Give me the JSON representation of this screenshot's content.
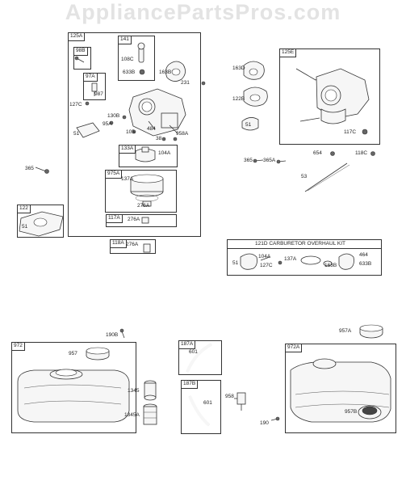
{
  "watermark": "AppliancePartsPros.com",
  "groups": {
    "g125A": "125A",
    "g141": "141",
    "g98B": "98B",
    "g97A": "97A",
    "g133A": "133A",
    "g975A": "975A",
    "g117A": "117A",
    "g118A": "118A",
    "g122": "122",
    "g125E": "125E",
    "g121D": "121D",
    "kit_title": "121D CARBURETOR OVERHAUL KIT",
    "g972": "972",
    "g187A": "187A",
    "g187B": "187B",
    "g972A": "972A"
  },
  "parts": {
    "p108C": "108C",
    "p633B_a": "633B",
    "p163B_a": "163B",
    "p231": "231",
    "p987": "987",
    "p127C_a": "127C",
    "p130B": "130B",
    "p95A": "95A",
    "p105": "105",
    "p484": "484",
    "p958A": "958A",
    "p38": "38",
    "p51_a": "51",
    "p104A_a": "104A",
    "p137A_a": "137A",
    "p276A_a": "276A",
    "p276A_b": "276A",
    "p276A_c": "276A",
    "p365_a": "365",
    "p51_b": "51",
    "p163D": "163D",
    "p122B": "122B",
    "p51_c": "51",
    "p117C": "117C",
    "p654": "654",
    "p118C": "118C",
    "p365_b": "365",
    "p365A": "365A",
    "p53": "53",
    "k51": "51",
    "k104A": "104A",
    "k127C": "127C",
    "k137A": "137A",
    "k163B": "163B",
    "k464": "464",
    "k633B": "633B",
    "p190B": "190B",
    "p957": "957",
    "p1345": "1345",
    "p1345A": "1345A",
    "p601_a": "601",
    "p601_b": "601",
    "p958": "958",
    "p957A": "957A",
    "p957B": "957B",
    "p190": "190"
  }
}
